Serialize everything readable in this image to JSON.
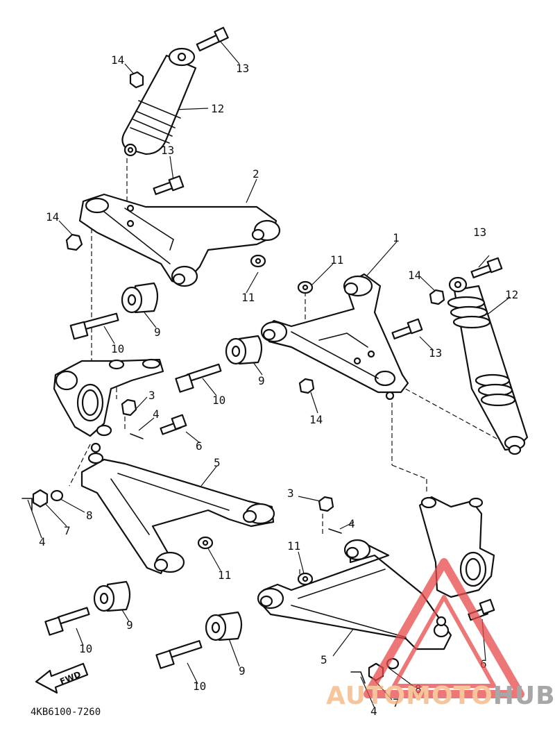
{
  "diagram": {
    "part_code": "4KB6100-7260",
    "direction_label": "FWD",
    "callouts": [
      "1",
      "2",
      "3",
      "4",
      "5",
      "6",
      "7",
      "8",
      "9",
      "10",
      "11",
      "12",
      "13",
      "14"
    ]
  },
  "watermark": {
    "brand_part1": "AUTOMOTO",
    "brand_part2": "HUB",
    "colors": {
      "orange": "#f5b27a",
      "red": "#e84a4a",
      "grey": "#8a8a8a"
    }
  }
}
